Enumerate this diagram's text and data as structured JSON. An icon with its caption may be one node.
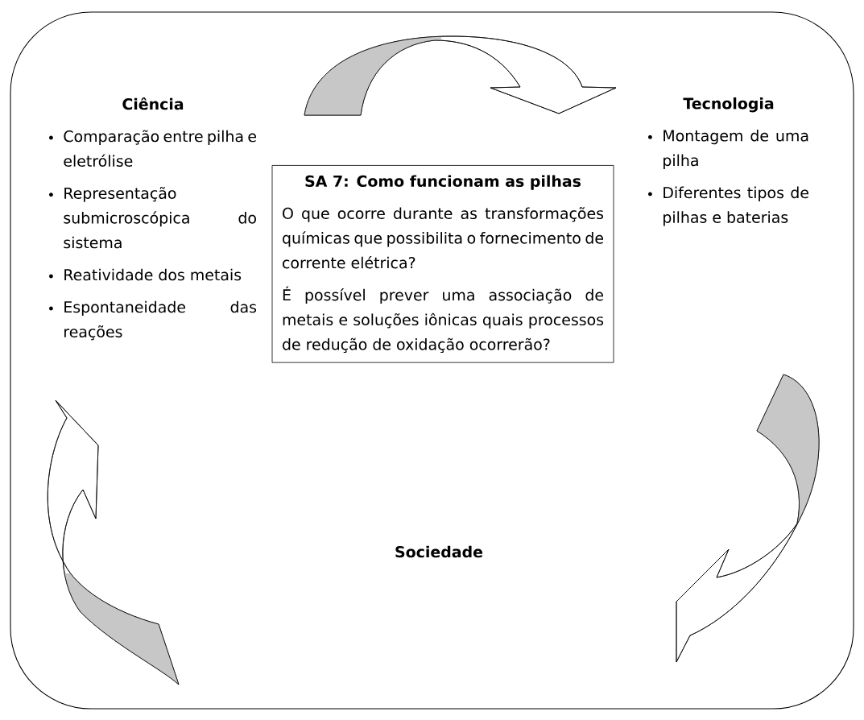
{
  "diagram": {
    "nodes": [
      {
        "text": [
          "Ciência",
          "Comparação entre pilha e eletrólise",
          "Representação submicroscópica do sistema",
          "Reatividade dos metais",
          "Espontaneidade das reações"
        ]
      },
      {
        "text": [
          "Tecnologia",
          "Montagem de uma pilha",
          "Diferentes tipos de pilhas e baterias"
        ]
      },
      {
        "text": [
          "SA 7: Como funcionam as pilhas",
          "O que ocorre durante as transformações químicas que possibilita o fornecimento de corrente elétrica?",
          "É possível prever uma associação de metais e soluções iônicas quais processos de redução de oxidação ocorrerão?"
        ]
      },
      {
        "text": [
          "Sociedade"
        ]
      }
    ],
    "edges": [
      {
        "from": 0,
        "to": 1,
        "arrow": "to"
      }
    ]
  }
}
